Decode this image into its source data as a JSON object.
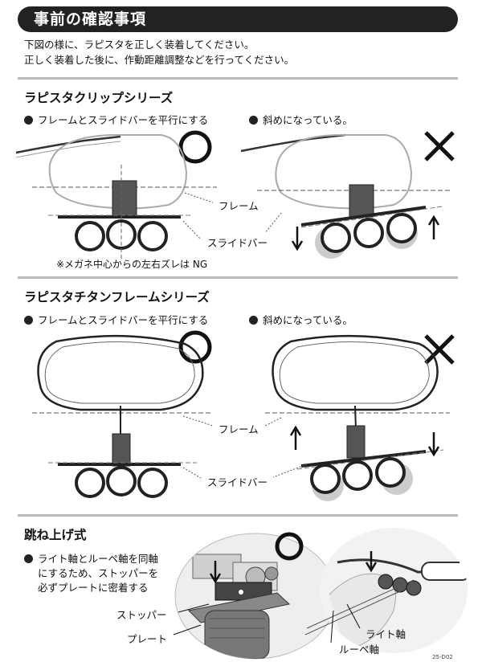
{
  "header": {
    "title": "事前の確認事項"
  },
  "intro": {
    "line1": "下図の様に、ラピスタを正しく装着してください。",
    "line2": "正しく装着した後に、作動距離調整などを行ってください。"
  },
  "clip_series": {
    "heading": "ラピスタクリップシリーズ",
    "good_text": "フレームとスライドバーを平行にする",
    "bad_text": "斜めになっている。",
    "frame_label": "フレーム",
    "slidebar_label": "スライドバー",
    "note": "※メガネ中心からの左右ズレは NG"
  },
  "titan_series": {
    "heading": "ラピスタチタンフレームシリーズ",
    "good_text": "フレームとスライドバーを平行にする",
    "bad_text": "斜めになっている。",
    "frame_label": "フレーム",
    "slidebar_label": "スライドバー"
  },
  "flip_up": {
    "heading": "跳ね上げ式",
    "text1": "ライト軸とルーペ軸を同軸",
    "text2": "にするため、ストッパーを",
    "text3": "必ずプレートに密着する",
    "stopper_label": "ストッパー",
    "plate_label": "プレート",
    "light_axis_label": "ライト軸",
    "loupe_axis_label": "ルーペ軸"
  },
  "footer": {
    "code": "25-D02"
  },
  "colors": {
    "title_bg": "#222222",
    "rule": "#bbbbbb",
    "shadow": "#c8c8c8"
  }
}
